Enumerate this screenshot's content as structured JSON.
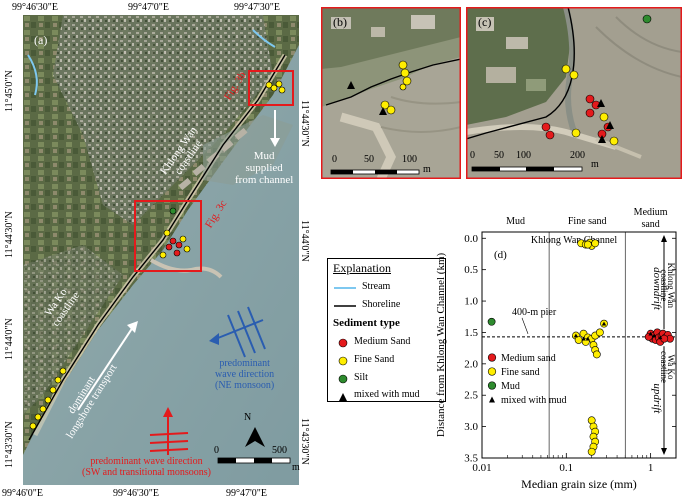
{
  "map_a": {
    "top_coords": [
      "99°46'30\"E",
      "99°47'0\"E",
      "99°47'30\"E"
    ],
    "bottom_coords": [
      "99°46'0\"E",
      "99°46'30\"E",
      "99°47'0\"E"
    ],
    "left_coords": [
      "11°45'0\"N",
      "11°44'30\"N",
      "11°44'0\"N",
      "11°43'30\"N"
    ],
    "right_coords": [
      "11°44'30\"N",
      "11°44'0\"N",
      "11°43'30\"N"
    ],
    "panel_label": "(a)",
    "fig3b_label": "Fig. 3b",
    "fig3c_label": "Fig. 3c",
    "khlong_wan_label": "Khlong Wan\ncoastline",
    "wa_ko_label": "Wa Ko\ncoastline",
    "mud_label": "Mud\nsupplied\nfrom channel",
    "longshore_label": "dominant\nlongshore transport",
    "wave_ne_label": "predominant\nwave direction\n(NE monsoon)",
    "wave_sw_label": "predominant wave direction\n(SW and transitional monsoons)",
    "scale_0": "0",
    "scale_500": "500",
    "scale_unit": "m",
    "north": "N"
  },
  "map_b": {
    "panel_label": "(b)",
    "scale_labels": [
      "0",
      "50",
      "100"
    ],
    "scale_unit": "m"
  },
  "map_c": {
    "panel_label": "(c)",
    "scale_labels": [
      "0",
      "50",
      "100",
      "200"
    ],
    "scale_unit": "m"
  },
  "legend": {
    "title": "Explanation",
    "stream": "Stream",
    "shoreline": "Shoreline",
    "sediment_title": "Sediment type",
    "medium_sand": "Medium Sand",
    "fine_sand": "Fine Sand",
    "silt": "Silt",
    "mixed": "mixed with mud",
    "colors": {
      "medium": "#e41a1c",
      "fine": "#ffee00",
      "silt": "#2e8b2e",
      "stream": "#7ec8f0"
    }
  },
  "chart_data": {
    "type": "scatter",
    "panel_label": "(d)",
    "xlabel": "Median grain size (mm)",
    "ylabel": "Distance from Khlong Wan Channel (km)",
    "x_scale": "log",
    "xlim": [
      0.01,
      2
    ],
    "ylim": [
      3.5,
      -0.1
    ],
    "x_ticks": [
      "0.01",
      "0.1",
      "1"
    ],
    "y_ticks": [
      "0.0",
      "0.5",
      "1.0",
      "1.5",
      "2.0",
      "2.5",
      "3.0",
      "3.5"
    ],
    "class_labels": [
      "Mud",
      "Fine sand",
      "Medium sand"
    ],
    "channel_label": "Khlong Wan Channel",
    "pier_label": "400-m pier",
    "pier_distance": 1.57,
    "downdrift_label": "downdrift",
    "updrift_label": "updrift",
    "khlong_wan_coast": "Khlong Wan\ncoastline",
    "wa_ko_coast": "Wa Ko\ncoastline",
    "legend": [
      "Medium sand",
      "Fine sand",
      "Mud",
      "mixed with mud"
    ],
    "series": [
      {
        "name": "Medium sand",
        "color": "#e41a1c",
        "points": [
          [
            1.0,
            1.52
          ],
          [
            1.05,
            1.6
          ],
          [
            1.1,
            1.55
          ],
          [
            1.15,
            1.62
          ],
          [
            1.2,
            1.5
          ],
          [
            1.25,
            1.58
          ],
          [
            1.3,
            1.65
          ],
          [
            1.35,
            1.55
          ],
          [
            1.4,
            1.52
          ],
          [
            1.5,
            1.58
          ],
          [
            1.6,
            1.54
          ],
          [
            1.7,
            1.6
          ],
          [
            0.95,
            1.57
          ],
          [
            1.45,
            1.6
          ]
        ]
      },
      {
        "name": "Fine sand",
        "color": "#ffee00",
        "points": [
          [
            0.15,
            0.08
          ],
          [
            0.17,
            0.1
          ],
          [
            0.19,
            0.07
          ],
          [
            0.2,
            0.12
          ],
          [
            0.18,
            0.1
          ],
          [
            0.22,
            0.08
          ],
          [
            0.13,
            1.55
          ],
          [
            0.14,
            1.62
          ],
          [
            0.16,
            1.52
          ],
          [
            0.18,
            1.58
          ],
          [
            0.2,
            1.6
          ],
          [
            0.22,
            1.55
          ],
          [
            0.25,
            1.5
          ],
          [
            0.28,
            1.36
          ],
          [
            0.17,
            1.65
          ],
          [
            0.21,
            1.7
          ],
          [
            0.22,
            1.78
          ],
          [
            0.23,
            1.85
          ],
          [
            0.2,
            2.9
          ],
          [
            0.21,
            3.0
          ],
          [
            0.22,
            3.08
          ],
          [
            0.21,
            3.16
          ],
          [
            0.22,
            3.24
          ],
          [
            0.21,
            3.32
          ],
          [
            0.2,
            3.4
          ]
        ]
      },
      {
        "name": "Mud",
        "color": "#2e8b2e",
        "points": [
          [
            0.013,
            1.33
          ]
        ]
      }
    ],
    "mixed_points": [
      [
        0.13,
        1.55
      ],
      [
        0.16,
        1.6
      ],
      [
        0.28,
        1.36
      ],
      [
        1.0,
        1.52
      ],
      [
        1.1,
        1.55
      ],
      [
        1.3,
        1.58
      ],
      [
        0.18,
        1.6
      ]
    ]
  }
}
